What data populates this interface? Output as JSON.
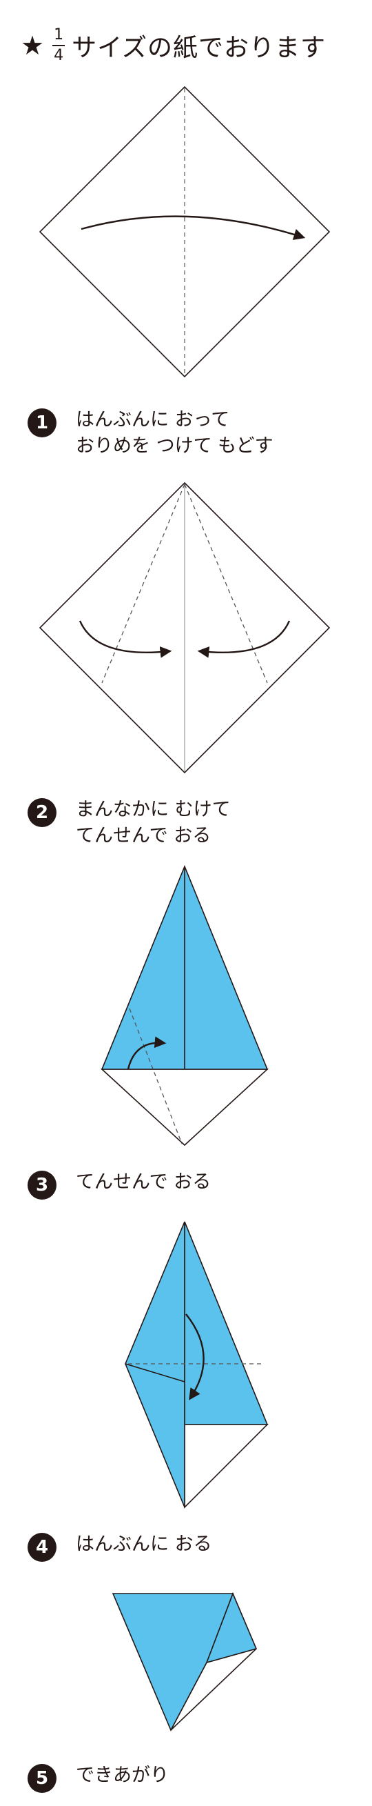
{
  "header": {
    "star": "★",
    "numerator": "1",
    "denominator": "4",
    "text": "サイズの紙でおります"
  },
  "colors": {
    "paper_blue": "#5BC2EE",
    "line": "#231815",
    "crease": "#666666"
  },
  "steps": [
    {
      "number": "1",
      "lines": [
        "はんぶんに おって",
        "おりめを つけて もどす"
      ]
    },
    {
      "number": "2",
      "lines": [
        "まんなかに むけて",
        "てんせんで おる"
      ]
    },
    {
      "number": "3",
      "lines": [
        "てんせんで おる"
      ]
    },
    {
      "number": "4",
      "lines": [
        "はんぶんに おる"
      ]
    },
    {
      "number": "5",
      "lines": [
        "できあがり"
      ]
    }
  ]
}
